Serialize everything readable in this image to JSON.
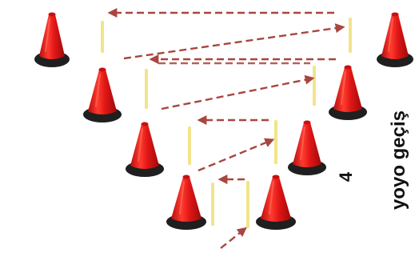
{
  "labels": {
    "drill_number": "4",
    "drill_name": "yoyo geçiş"
  },
  "colors": {
    "cone_body": "#e01616",
    "cone_highlight": "#ff6a5a",
    "cone_base": "#1f1f1f",
    "pole": "#f2e48a",
    "arrow": "#a8463f"
  },
  "icons": {
    "cone": "traffic-cone-icon",
    "pole": "yellow-pole-marker",
    "arrow": "dashed-arrow"
  }
}
